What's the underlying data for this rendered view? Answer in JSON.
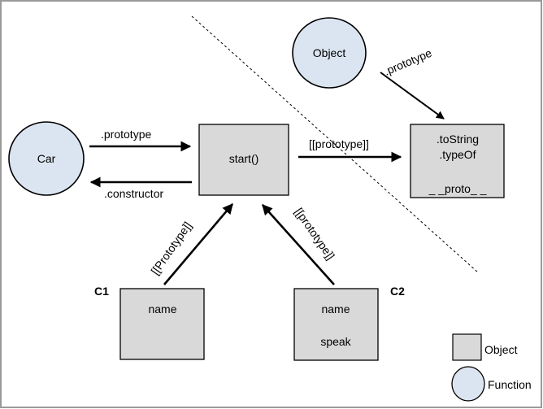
{
  "nodes": {
    "car": {
      "label": "Car"
    },
    "object": {
      "label": "Object"
    },
    "start_box": {
      "label": "start()"
    },
    "proto_box": {
      "line1": ".toString",
      "line2": ".typeOf",
      "line3": "_ _proto_ _"
    },
    "c1_box": {
      "tag": "C1",
      "field1": "name"
    },
    "c2_box": {
      "tag": "C2",
      "field1": "name",
      "field2": "speak"
    }
  },
  "edges": {
    "car_prototype": ".prototype",
    "start_constructor": ".constructor",
    "start_to_proto": "[[prototype]]",
    "object_prototype": ".prototype",
    "c1_to_start": "[[Prototype]]",
    "c2_to_start": "[[prototype]]"
  },
  "legend": {
    "object_label": "Object",
    "function_label": "Function"
  },
  "colors": {
    "box_fill": "#d9d9d9",
    "circle_fill": "#dbe5f1",
    "stroke": "#000000"
  }
}
